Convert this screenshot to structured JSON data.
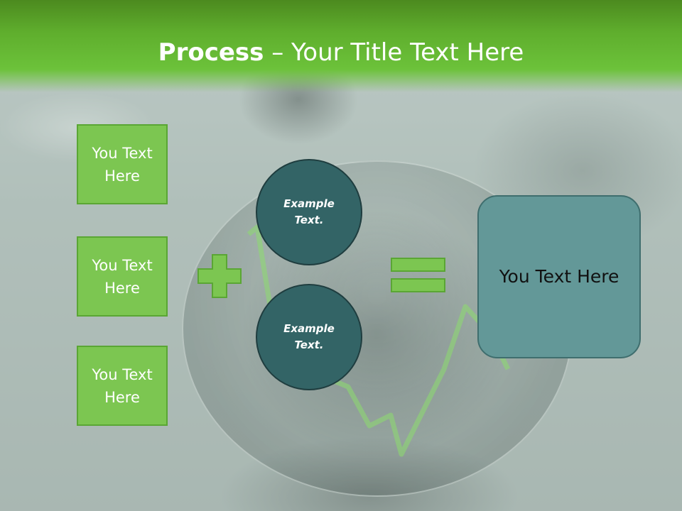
{
  "slide": {
    "title_bold": "Process",
    "title_separator": " – ",
    "title_rest": "Your Title Text Here"
  },
  "left_boxes": [
    {
      "text": "You Text Here"
    },
    {
      "text": "You Text Here"
    },
    {
      "text": "You Text Here"
    }
  ],
  "circles": [
    {
      "text": "Example Text."
    },
    {
      "text": "Example Text."
    }
  ],
  "result": {
    "text": "You Text Here"
  },
  "icons": {
    "plus": "plus-icon",
    "equals": "equals-icon"
  },
  "colors": {
    "header_green": "#6cc23a",
    "box_green": "#7cc651",
    "box_border": "#5aa634",
    "circle_teal": "#336466",
    "result_teal": "#639898",
    "title_text": "#ffffff"
  }
}
